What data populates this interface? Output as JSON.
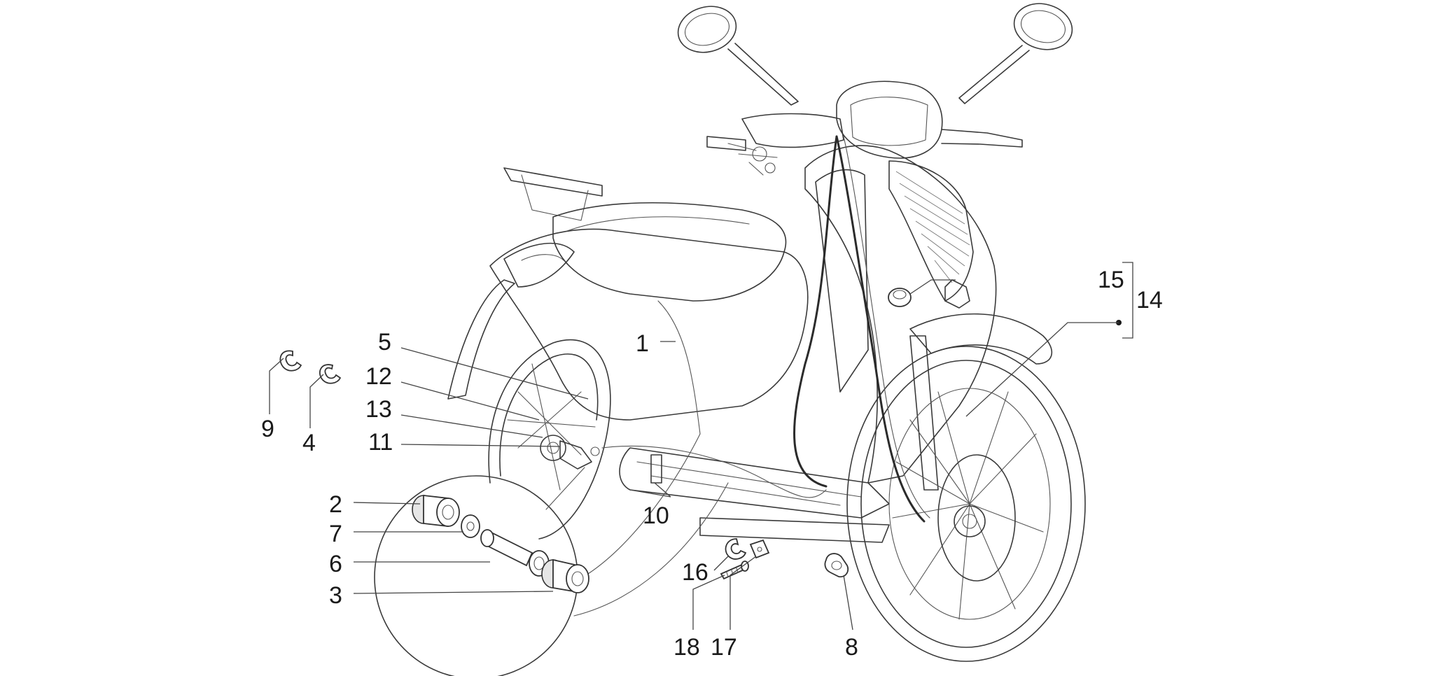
{
  "diagram": {
    "callouts": [
      {
        "id": "1",
        "label": "1"
      },
      {
        "id": "2",
        "label": "2"
      },
      {
        "id": "3",
        "label": "3"
      },
      {
        "id": "4",
        "label": "4"
      },
      {
        "id": "5",
        "label": "5"
      },
      {
        "id": "6",
        "label": "6"
      },
      {
        "id": "7",
        "label": "7"
      },
      {
        "id": "8",
        "label": "8"
      },
      {
        "id": "9",
        "label": "9"
      },
      {
        "id": "10",
        "label": "10"
      },
      {
        "id": "11",
        "label": "11"
      },
      {
        "id": "12",
        "label": "12"
      },
      {
        "id": "13",
        "label": "13"
      },
      {
        "id": "14",
        "label": "14"
      },
      {
        "id": "15",
        "label": "15"
      },
      {
        "id": "16",
        "label": "16"
      },
      {
        "id": "17",
        "label": "17"
      },
      {
        "id": "18",
        "label": "18"
      }
    ],
    "colors": {
      "line": "#3a3a3a",
      "text": "#1a1a1a",
      "background": "#ffffff"
    },
    "icons": [
      "scooter-illustration",
      "detail-magnifier-circle"
    ]
  }
}
